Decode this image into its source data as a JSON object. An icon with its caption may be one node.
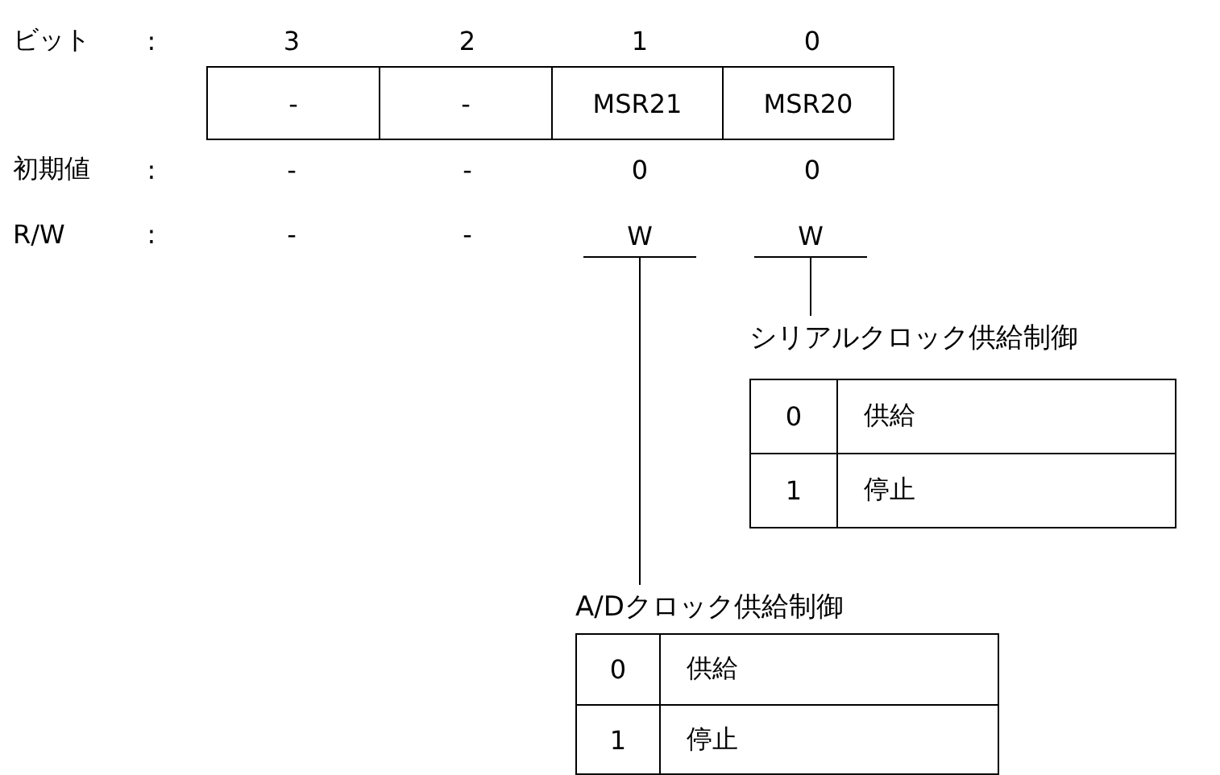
{
  "diagram": {
    "nodes": [
      {
        "text": [
          "W"
        ]
      },
      {
        "text": [
          "W"
        ]
      },
      {
        "text": [
          "シリアルクロック供給制御"
        ]
      },
      {
        "text": [
          "A/Dクロック供給制御"
        ]
      }
    ],
    "edges": [
      {
        "from": 1,
        "to": 2,
        "arrow": "none"
      },
      {
        "from": 0,
        "to": 3,
        "arrow": "none"
      }
    ],
    "labels": [
      "ビット",
      ":",
      "3",
      "2",
      "1",
      "0",
      "-",
      "-",
      "MSR21",
      "MSR20",
      "初期値",
      ":",
      "-",
      "-",
      "0",
      "0",
      "R/W",
      ":",
      "-",
      "-",
      "0",
      "供給",
      "1",
      "停止",
      "0",
      "供給",
      "1",
      "停止"
    ]
  }
}
